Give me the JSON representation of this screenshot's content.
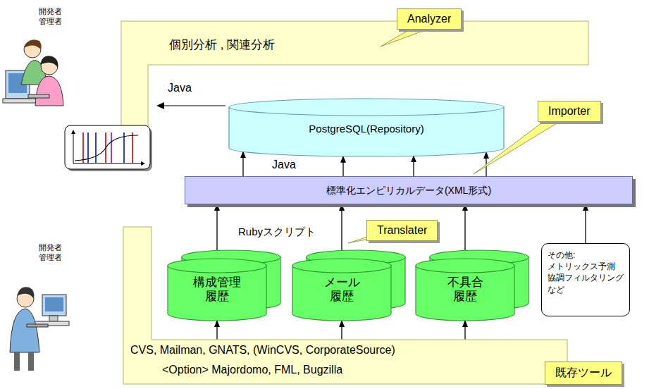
{
  "diagram": {
    "nodes": [
      {
        "text": [
          "個別分析 , 関連分析"
        ]
      },
      {
        "text": [
          "Analyzer"
        ]
      },
      {
        "text": [
          "PostgreSQL(Repository)"
        ]
      },
      {
        "text": [
          "Importer"
        ]
      },
      {
        "text": [
          "標準化エンピリカルデータ(XML形式)"
        ]
      },
      {
        "text": [
          "構成管理 履歴"
        ]
      },
      {
        "text": [
          "メール 履歴"
        ]
      },
      {
        "text": [
          "不具合 履歴"
        ]
      },
      {
        "text": [
          "その他: メトリックス予測 協調フィルタリング など"
        ]
      },
      {
        "text": [
          "CVS, Mailman, GNATS, (WinCVS, CorporateSource)",
          "<Option> Majordomo, FML, Bugzilla"
        ]
      },
      {
        "text": [
          "Translater"
        ]
      },
      {
        "text": [
          "既存ツール"
        ]
      }
    ],
    "edges": [
      {
        "from": 4,
        "to": 2,
        "arrow": "to"
      },
      {
        "from": 4,
        "to": 2,
        "arrow": "to"
      },
      {
        "from": 4,
        "to": 2,
        "arrow": "to"
      },
      {
        "from": 4,
        "to": 2,
        "arrow": "to"
      },
      {
        "from": 5,
        "to": 4,
        "arrow": "to"
      },
      {
        "from": 6,
        "to": 4,
        "arrow": "to"
      },
      {
        "from": 7,
        "to": 4,
        "arrow": "to"
      },
      {
        "from": 8,
        "to": 4,
        "arrow": "to"
      },
      {
        "from": 9,
        "to": 5,
        "arrow": "to"
      },
      {
        "from": 9,
        "to": 6,
        "arrow": "to"
      },
      {
        "from": 9,
        "to": 7,
        "arrow": "to"
      }
    ],
    "labels": [
      "開発者 管理者",
      "Java",
      "Java",
      "Rubyスクリプト",
      "開発者 管理者"
    ]
  }
}
